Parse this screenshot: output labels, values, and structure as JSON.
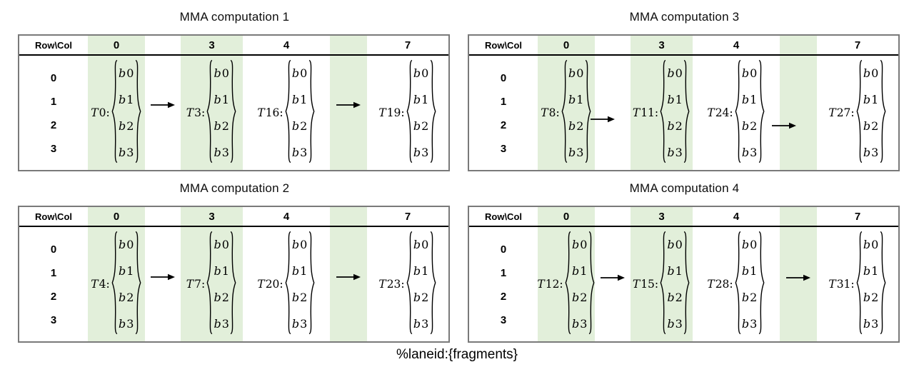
{
  "caption": "%laneid:{fragments}",
  "colors": {
    "highlight_green": "#e2efda",
    "table_border": "#7a7a7a",
    "header_rule": "#000000",
    "text": "#000000"
  },
  "table": {
    "corner_label": "Row\\Col",
    "col_headers": [
      "0",
      "3",
      "4",
      "7"
    ],
    "row_headers": [
      "0",
      "1",
      "2",
      "3"
    ]
  },
  "panels": [
    {
      "id": "c1",
      "title": "MMA computation 1",
      "fragments": [
        {
          "thread": "T0:",
          "items": [
            "b0",
            "b1",
            "b2",
            "b3"
          ]
        },
        {
          "thread": "T3:",
          "items": [
            "b0",
            "b1",
            "b2",
            "b3"
          ]
        },
        {
          "thread": "T16:",
          "items": [
            "b0",
            "b1",
            "b2",
            "b3"
          ]
        },
        {
          "thread": "T19:",
          "items": [
            "b0",
            "b1",
            "b2",
            "b3"
          ]
        }
      ]
    },
    {
      "id": "c3",
      "title": "MMA computation 3",
      "fragments": [
        {
          "thread": "T8:",
          "items": [
            "b0",
            "b1",
            "b2",
            "b3"
          ]
        },
        {
          "thread": "T11:",
          "items": [
            "b0",
            "b1",
            "b2",
            "b3"
          ]
        },
        {
          "thread": "T24:",
          "items": [
            "b0",
            "b1",
            "b2",
            "b3"
          ]
        },
        {
          "thread": "T27:",
          "items": [
            "b0",
            "b1",
            "b2",
            "b3"
          ]
        }
      ]
    },
    {
      "id": "c2",
      "title": "MMA computation 2",
      "fragments": [
        {
          "thread": "T4:",
          "items": [
            "b0",
            "b1",
            "b2",
            "b3"
          ]
        },
        {
          "thread": "T7:",
          "items": [
            "b0",
            "b1",
            "b2",
            "b3"
          ]
        },
        {
          "thread": "T20:",
          "items": [
            "b0",
            "b1",
            "b2",
            "b3"
          ]
        },
        {
          "thread": "T23:",
          "items": [
            "b0",
            "b1",
            "b2",
            "b3"
          ]
        }
      ]
    },
    {
      "id": "c4",
      "title": "MMA computation 4",
      "fragments": [
        {
          "thread": "T12:",
          "items": [
            "b0",
            "b1",
            "b2",
            "b3"
          ]
        },
        {
          "thread": "T15:",
          "items": [
            "b0",
            "b1",
            "b2",
            "b3"
          ]
        },
        {
          "thread": "T28:",
          "items": [
            "b0",
            "b1",
            "b2",
            "b3"
          ]
        },
        {
          "thread": "T31:",
          "items": [
            "b0",
            "b1",
            "b2",
            "b3"
          ]
        }
      ]
    }
  ]
}
